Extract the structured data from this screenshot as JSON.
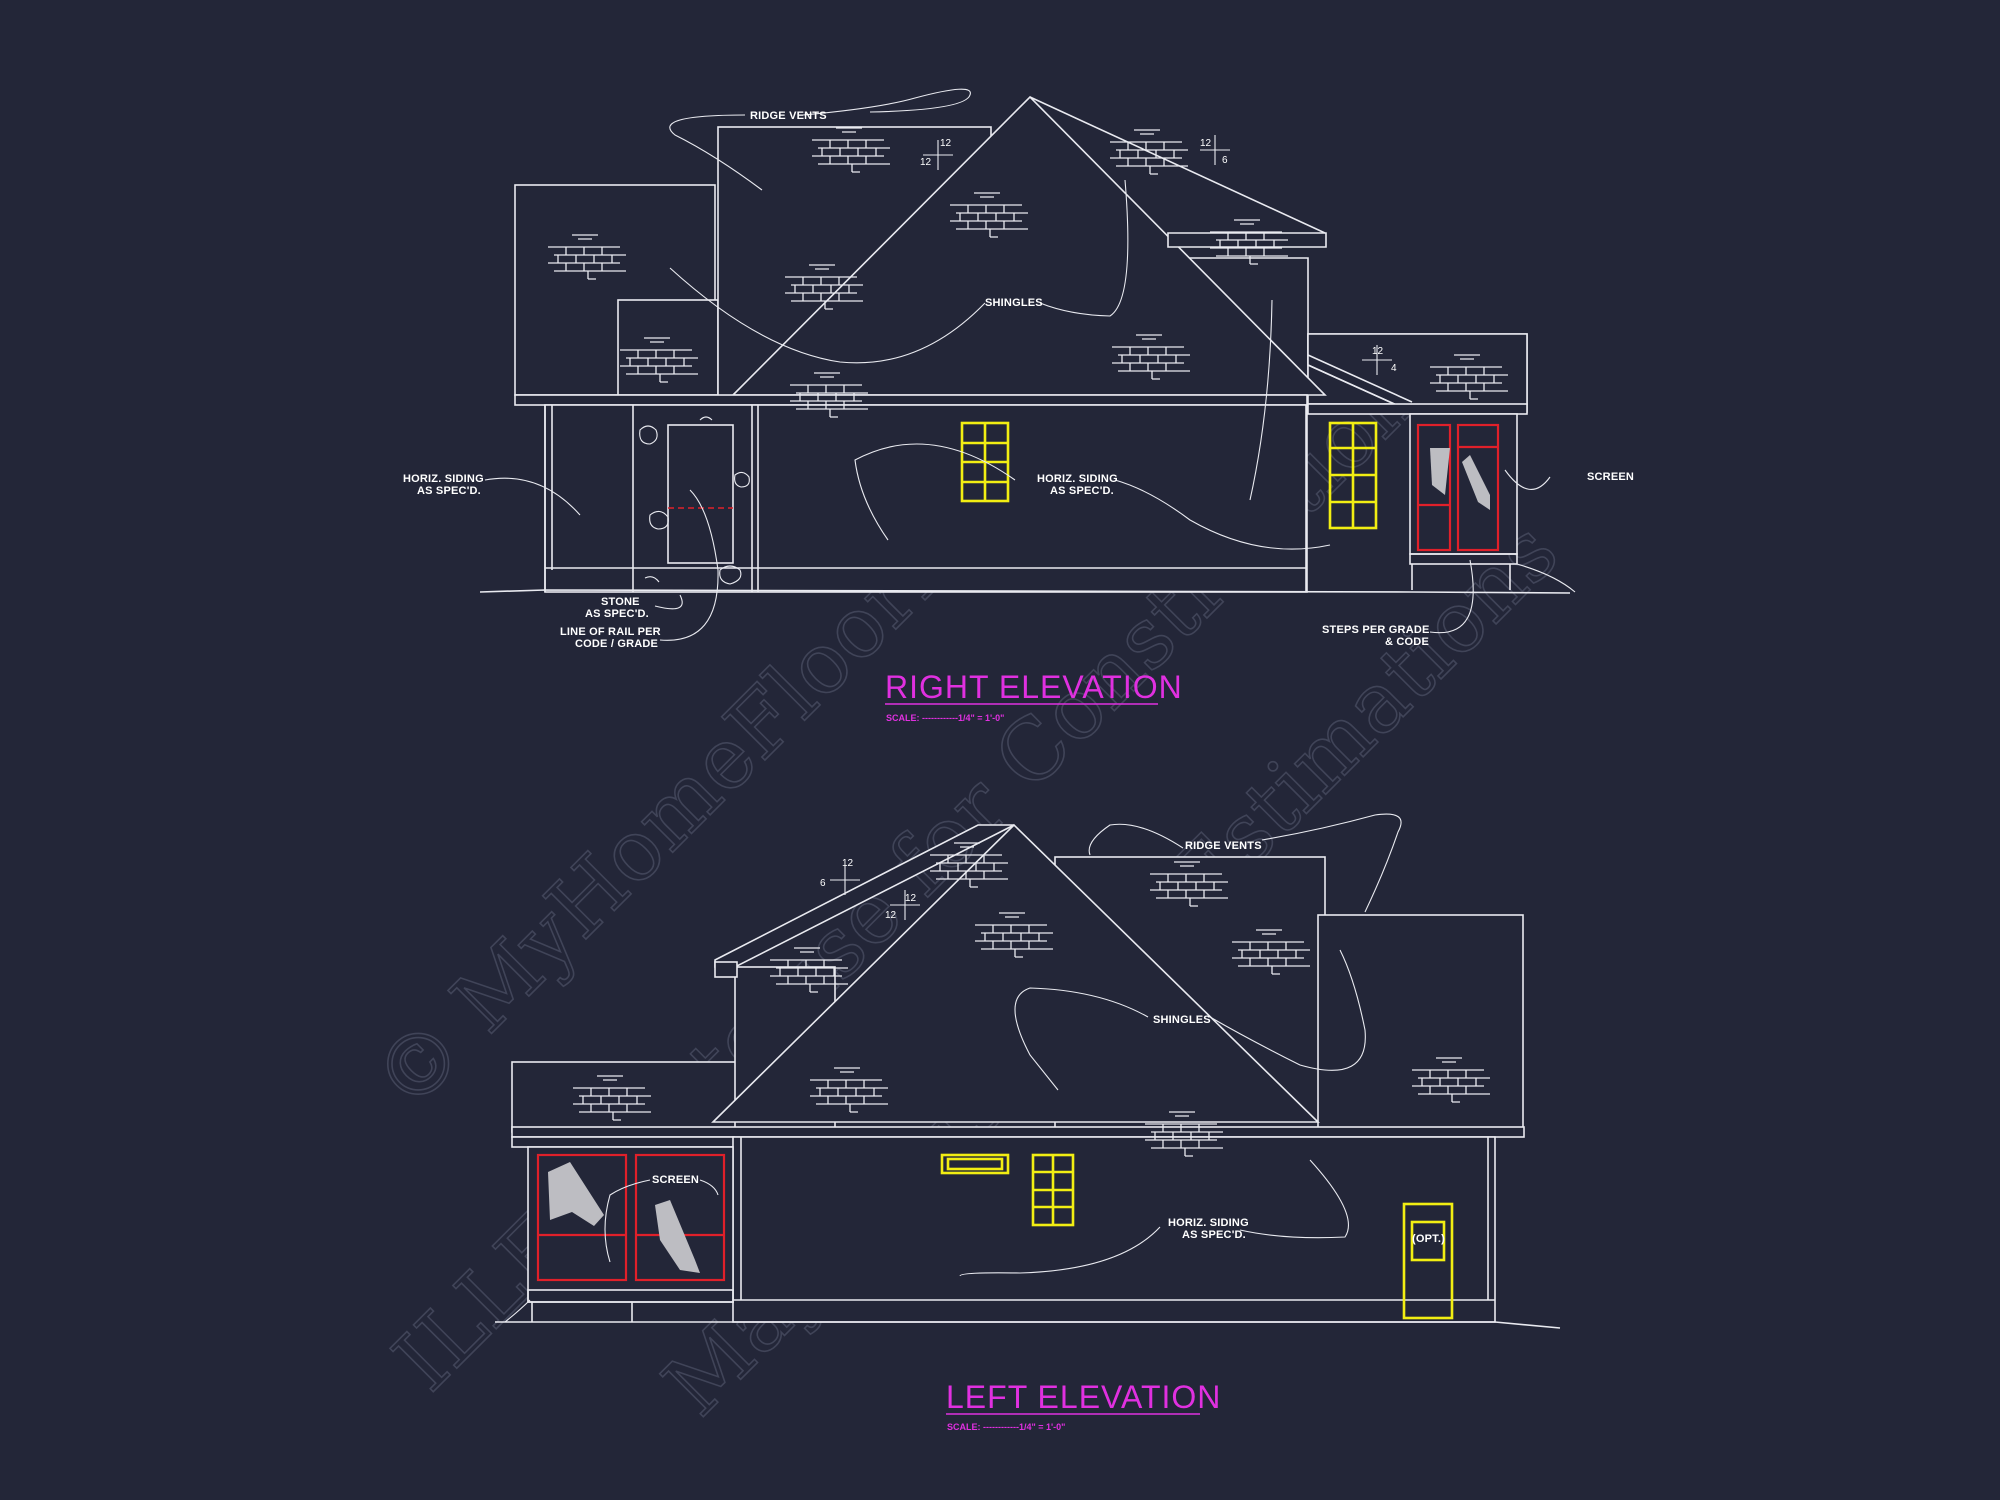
{
  "watermark": {
    "line1": "© MyHomeFloorPlans.com",
    "line2": "ILLEGAL to use for Construction",
    "line3": "May be used for Estimations"
  },
  "right_elevation": {
    "title": "RIGHT ELEVATION",
    "scale": "SCALE: ------------1/4\" = 1'-0\"",
    "notes": {
      "ridge_vents": "RIDGE VENTS",
      "shingles": "SHINGLES",
      "horiz_siding_left_1": "HORIZ. SIDING",
      "horiz_siding_left_2": "AS SPEC'D.",
      "horiz_siding_mid_1": "HORIZ. SIDING",
      "horiz_siding_mid_2": "AS SPEC'D.",
      "stone_1": "STONE",
      "stone_2": "AS SPEC'D.",
      "rail_1": "LINE OF RAIL PER",
      "rail_2": "CODE / GRADE",
      "screen": "SCREEN",
      "steps_1": "STEPS PER GRADE",
      "steps_2": "& CODE"
    },
    "pitches": [
      {
        "rise": "12",
        "run": "12"
      },
      {
        "rise": "12",
        "run": "6"
      },
      {
        "rise": "12",
        "run": "4"
      }
    ]
  },
  "left_elevation": {
    "title": "LEFT ELEVATION",
    "scale": "SCALE: ------------1/4\" = 1'-0\"",
    "notes": {
      "ridge_vents": "RIDGE VENTS",
      "shingles": "SHINGLES",
      "screen": "SCREEN",
      "horiz_siding_1": "HORIZ. SIDING",
      "horiz_siding_2": "AS SPEC'D.",
      "door_opt": "(OPT.)"
    },
    "pitches": [
      {
        "rise": "6",
        "run": "12"
      },
      {
        "rise": "12",
        "run": "12"
      }
    ]
  },
  "colors": {
    "background": "#232638",
    "linework": "#e9eaf0",
    "windows": "#f2ee13",
    "screen_porch": "#e0202a",
    "titles": "#e030e0"
  }
}
